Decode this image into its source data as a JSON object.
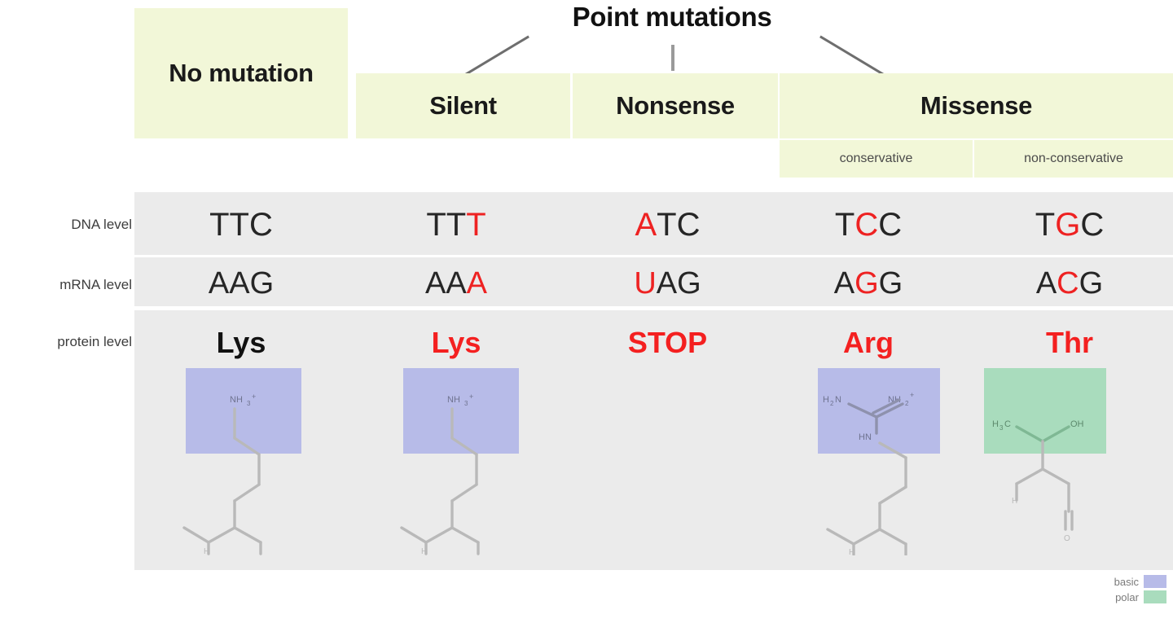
{
  "title": "Point mutations",
  "colors": {
    "header_bg": "#f2f7d8",
    "band_bg": "#ebebeb",
    "mutation_red": "#ee2222",
    "basic_swatch": "#b7bbe8",
    "polar_swatch": "#a9dcbd",
    "connector": "#6e6e6e"
  },
  "header": {
    "no_mutation": "No mutation",
    "point_mutations": "Point mutations",
    "categories": [
      {
        "label": "Silent"
      },
      {
        "label": "Nonsense"
      },
      {
        "label": "Missense"
      }
    ],
    "missense_subtypes": [
      {
        "label": "conservative"
      },
      {
        "label": "non-conservative"
      }
    ]
  },
  "row_labels": {
    "dna": "DNA level",
    "mrna": "mRNA level",
    "protein": "protein level"
  },
  "columns": [
    {
      "key": "no-mutation",
      "category": "No mutation",
      "dna": {
        "text": "TTC",
        "segments": [
          {
            "t": "TTC",
            "mutated": false
          }
        ]
      },
      "mrna": {
        "text": "AAG",
        "segments": [
          {
            "t": "AAG",
            "mutated": false
          }
        ]
      },
      "protein": {
        "text": "Lys",
        "mutated": false
      },
      "molecule": {
        "name": "lysine",
        "class": "basic",
        "box_color": "#b7bbe8",
        "labels": [
          "NH3+"
        ]
      }
    },
    {
      "key": "silent",
      "category": "Silent",
      "dna": {
        "text": "TTT",
        "segments": [
          {
            "t": "TT",
            "mutated": false
          },
          {
            "t": "T",
            "mutated": true
          }
        ]
      },
      "mrna": {
        "text": "AAA",
        "segments": [
          {
            "t": "AA",
            "mutated": false
          },
          {
            "t": "A",
            "mutated": true
          }
        ]
      },
      "protein": {
        "text": "Lys",
        "mutated": true
      },
      "molecule": {
        "name": "lysine",
        "class": "basic",
        "box_color": "#b7bbe8",
        "labels": [
          "NH3+"
        ]
      }
    },
    {
      "key": "nonsense",
      "category": "Nonsense",
      "dna": {
        "text": "ATC",
        "segments": [
          {
            "t": "A",
            "mutated": true
          },
          {
            "t": "TC",
            "mutated": false
          }
        ]
      },
      "mrna": {
        "text": "UAG",
        "segments": [
          {
            "t": "U",
            "mutated": true
          },
          {
            "t": "AG",
            "mutated": false
          }
        ]
      },
      "protein": {
        "text": "STOP",
        "mutated": true
      },
      "molecule": null
    },
    {
      "key": "missense-conservative",
      "category": "Missense / conservative",
      "dna": {
        "text": "TCC",
        "segments": [
          {
            "t": "T",
            "mutated": false
          },
          {
            "t": "C",
            "mutated": true
          },
          {
            "t": "C",
            "mutated": false
          }
        ]
      },
      "mrna": {
        "text": "AGG",
        "segments": [
          {
            "t": "A",
            "mutated": false
          },
          {
            "t": "G",
            "mutated": true
          },
          {
            "t": "G",
            "mutated": false
          }
        ]
      },
      "protein": {
        "text": "Arg",
        "mutated": true
      },
      "molecule": {
        "name": "arginine",
        "class": "basic",
        "box_color": "#b7bbe8",
        "labels": [
          "H2N",
          "NH2+",
          "HN"
        ]
      }
    },
    {
      "key": "missense-non-conservative",
      "category": "Missense / non-conservative",
      "dna": {
        "text": "TGC",
        "segments": [
          {
            "t": "T",
            "mutated": false
          },
          {
            "t": "G",
            "mutated": true
          },
          {
            "t": "C",
            "mutated": false
          }
        ]
      },
      "mrna": {
        "text": "ACG",
        "segments": [
          {
            "t": "A",
            "mutated": false
          },
          {
            "t": "C",
            "mutated": true
          },
          {
            "t": "G",
            "mutated": false
          }
        ]
      },
      "protein": {
        "text": "Thr",
        "mutated": true
      },
      "molecule": {
        "name": "threonine",
        "class": "polar",
        "box_color": "#a9dcbd",
        "labels": [
          "H3C",
          "OH"
        ]
      }
    }
  ],
  "legend": [
    {
      "label": "basic",
      "color": "#b7bbe8"
    },
    {
      "label": "polar",
      "color": "#a9dcbd"
    }
  ]
}
